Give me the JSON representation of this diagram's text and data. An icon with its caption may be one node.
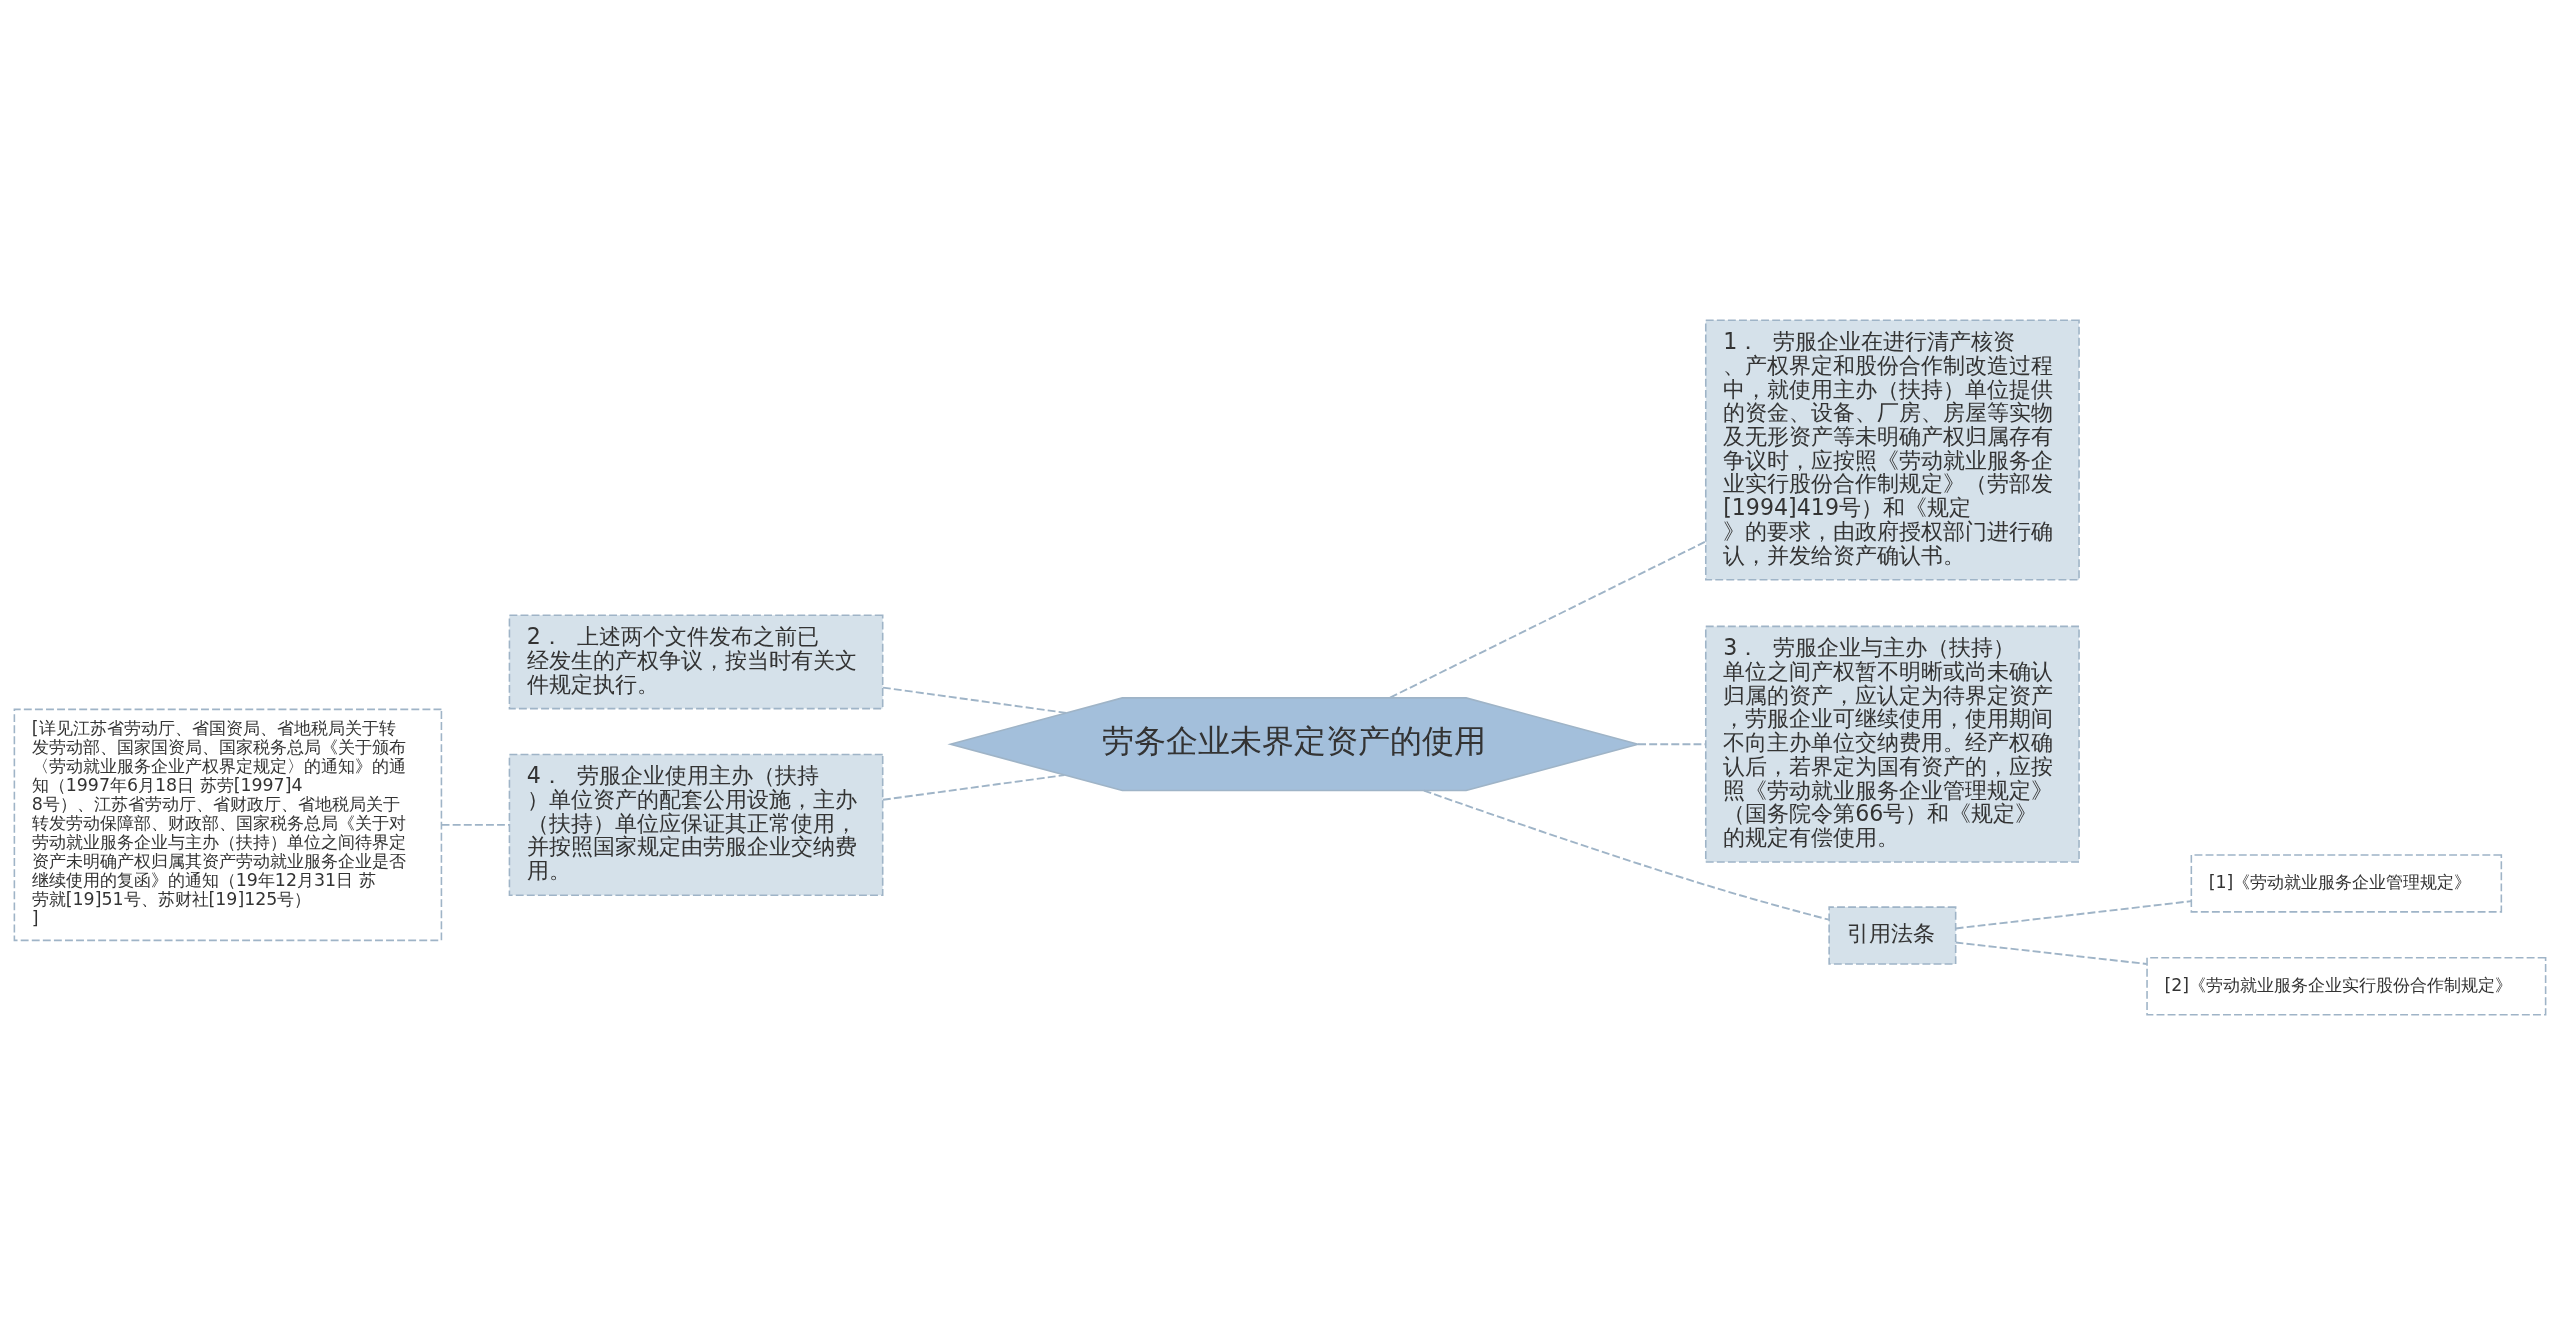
{
  "diagram": {
    "nodes": [
      {
        "text": [
          "劳务企业未界定资产的使用"
        ]
      },
      {
        "text": [
          "2．  上述两个文件发布之前已经发生的产权争议，按当时有关文件规定执行。"
        ]
      },
      {
        "text": [
          "4．  劳服企业使用主办（扶持）单位资产的配套公用设施，主办（扶持）单位应保证其正常使用，并按照国家规定由劳服企业交纳费用。"
        ]
      },
      {
        "text": [
          "[详见江苏省劳动厅、省国资局、省地税局关于转发劳动部、国家国资局、国家税务总局《关于颁布〈劳动就业服务企业产权界定规定〉的通知》的通知（1997年6月18日 苏劳[1997]48号）、江苏省劳动厅、省财政厅、省地税局关于转发劳动保障部、财政部、国家税务总局《关于对劳动就业服务企业与主办（扶持）单位之间待界定资产未明确产权归属其资产劳动就业服务企业是否继续使用的复函》的通知（19年12月31日 苏劳就[19]51号、苏财社[19]125号）]"
        ]
      },
      {
        "text": [
          "1．  劳服企业在进行清产核资、产权界定和股份合作制改造过程中，就使用主办（扶持）单位提供的资金、设备、厂房、房屋等实物及无形资产等未明确产权归属存有争议时，应按照《劳动就业服务企业实行股份合作制规定》（劳部发[1994]419号）和《规定》的要求，由政府授权部门进行确认，并发给资产确认书。"
        ]
      },
      {
        "text": [
          "3．  劳服企业与主办（扶持）单位之间产权暂不明晰或尚未确认归属的资产，应认定为待界定资产，劳服企业可继续使用，使用期间不向主办单位交纳费用。经产权确认后，若界定为国有资产的，应按照《劳动就业服务企业管理规定》（国务院令第66号）和《规定》的规定有偿使用。"
        ]
      },
      {
        "text": [
          "引用法条"
        ]
      },
      {
        "text": [
          "[1]《劳动就业服务企业管理规定》"
        ]
      },
      {
        "text": [
          "[2]《劳动就业服务企业实行股份合作制规定》"
        ]
      }
    ],
    "edges": [
      {
        "from": 0,
        "to": 1,
        "arrow": "none",
        "style": "dashed"
      },
      {
        "from": 0,
        "to": 2,
        "arrow": "none",
        "style": "dashed"
      },
      {
        "from": 2,
        "to": 3,
        "arrow": "none",
        "style": "dashed"
      },
      {
        "from": 0,
        "to": 4,
        "arrow": "none",
        "style": "dashed"
      },
      {
        "from": 0,
        "to": 5,
        "arrow": "none",
        "style": "dashed"
      },
      {
        "from": 0,
        "to": 6,
        "arrow": "none",
        "style": "dashed"
      },
      {
        "from": 6,
        "to": 7,
        "arrow": "none",
        "style": "dashed"
      },
      {
        "from": 6,
        "to": 8,
        "arrow": "none",
        "style": "dashed"
      }
    ]
  }
}
